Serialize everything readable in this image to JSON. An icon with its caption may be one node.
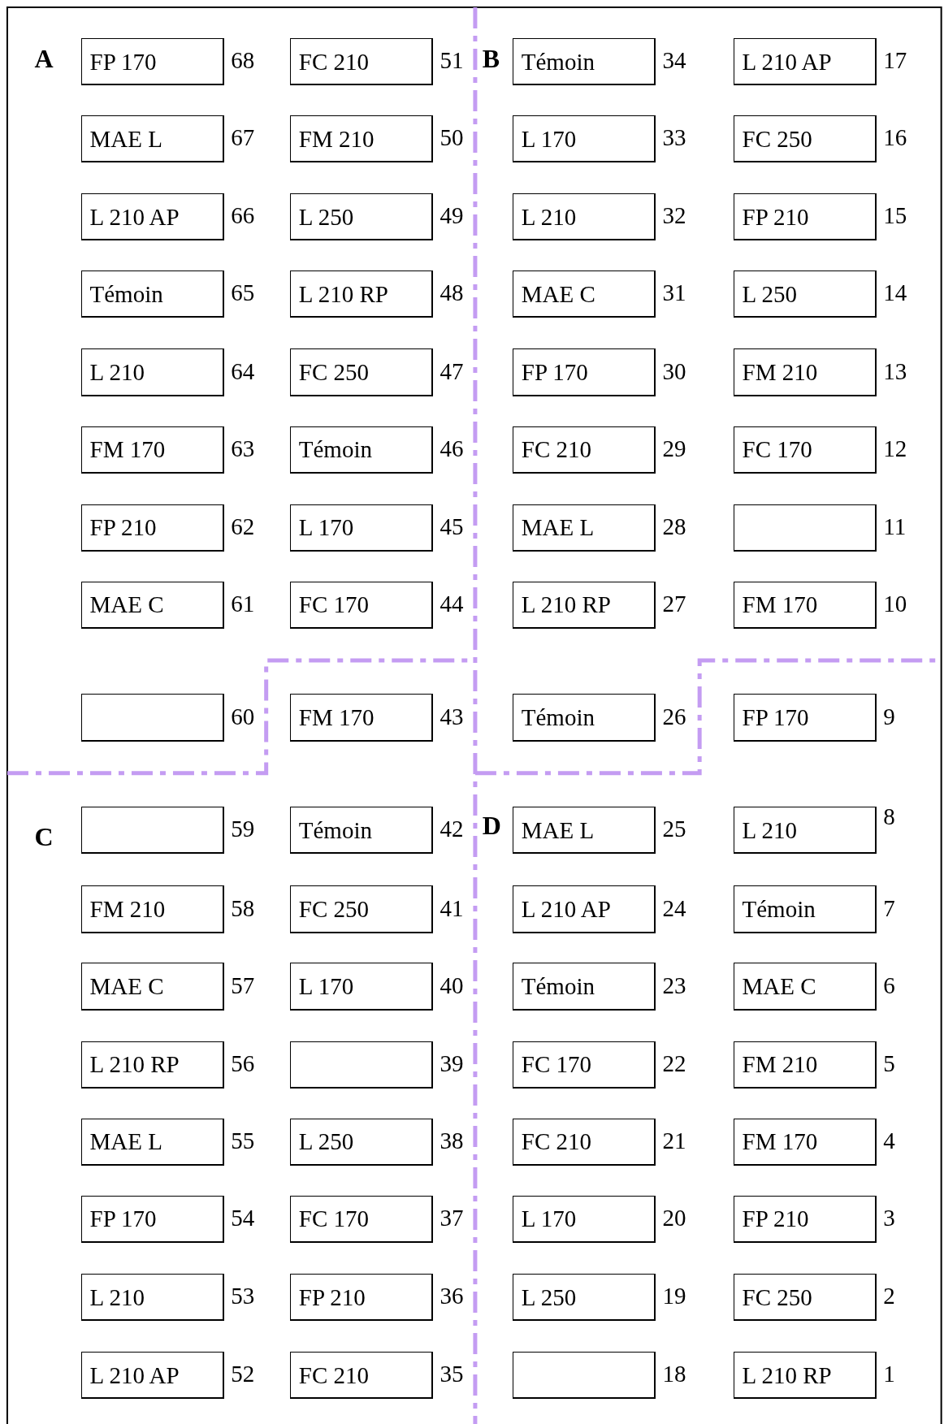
{
  "diagram": {
    "nodes": [
      {
        "text": [
          "FP 170"
        ],
        "beside": [
          "68"
        ]
      },
      {
        "text": [
          "FC 210"
        ],
        "beside": [
          "51"
        ]
      },
      {
        "text": [
          "Témoin"
        ],
        "beside": [
          "34"
        ]
      },
      {
        "text": [
          "L 210 AP"
        ],
        "beside": [
          "17"
        ]
      },
      {
        "text": [
          "MAE L"
        ],
        "beside": [
          "67"
        ]
      },
      {
        "text": [
          "FM 210"
        ],
        "beside": [
          "50"
        ]
      },
      {
        "text": [
          "L 170"
        ],
        "beside": [
          "33"
        ]
      },
      {
        "text": [
          "FC 250"
        ],
        "beside": [
          "16"
        ]
      },
      {
        "text": [
          "L 210 AP"
        ],
        "beside": [
          "66"
        ]
      },
      {
        "text": [
          "L 250"
        ],
        "beside": [
          "49"
        ]
      },
      {
        "text": [
          "L 210"
        ],
        "beside": [
          "32"
        ]
      },
      {
        "text": [
          "FP 210"
        ],
        "beside": [
          "15"
        ]
      },
      {
        "text": [
          "Témoin"
        ],
        "beside": [
          "65"
        ]
      },
      {
        "text": [
          "L 210 RP"
        ],
        "beside": [
          "48"
        ]
      },
      {
        "text": [
          "MAE C"
        ],
        "beside": [
          "31"
        ]
      },
      {
        "text": [
          "L 250"
        ],
        "beside": [
          "14"
        ]
      },
      {
        "text": [
          "L 210"
        ],
        "beside": [
          "64"
        ]
      },
      {
        "text": [
          "FC 250"
        ],
        "beside": [
          "47"
        ]
      },
      {
        "text": [
          "FP 170"
        ],
        "beside": [
          "30"
        ]
      },
      {
        "text": [
          "FM 210"
        ],
        "beside": [
          "13"
        ]
      },
      {
        "text": [
          "FM 170"
        ],
        "beside": [
          "63"
        ]
      },
      {
        "text": [
          "Témoin"
        ],
        "beside": [
          "46"
        ]
      },
      {
        "text": [
          "FC 210"
        ],
        "beside": [
          "29"
        ]
      },
      {
        "text": [
          "FC 170"
        ],
        "beside": [
          "12"
        ]
      },
      {
        "text": [
          "FP 210"
        ],
        "beside": [
          "62"
        ]
      },
      {
        "text": [
          "L 170"
        ],
        "beside": [
          "45"
        ]
      },
      {
        "text": [
          "MAE L"
        ],
        "beside": [
          "28"
        ]
      },
      {
        "text": [],
        "shape": "box",
        "beside": [
          "11"
        ]
      },
      {
        "text": [
          "MAE C"
        ],
        "beside": [
          "61"
        ]
      },
      {
        "text": [
          "FC 170"
        ],
        "beside": [
          "44"
        ]
      },
      {
        "text": [
          "L 210 RP"
        ],
        "beside": [
          "27"
        ]
      },
      {
        "text": [
          "FM 170"
        ],
        "beside": [
          "10"
        ]
      },
      {
        "text": [],
        "shape": "box",
        "beside": [
          "60"
        ]
      },
      {
        "text": [
          "FM 170"
        ],
        "beside": [
          "43"
        ]
      },
      {
        "text": [
          "Témoin"
        ],
        "beside": [
          "26"
        ]
      },
      {
        "text": [
          "FP 170"
        ],
        "beside": [
          "9"
        ]
      },
      {
        "text": [],
        "shape": "box",
        "beside": [
          "59"
        ]
      },
      {
        "text": [
          "Témoin"
        ],
        "beside": [
          "42"
        ]
      },
      {
        "text": [
          "MAE L"
        ],
        "beside": [
          "25"
        ]
      },
      {
        "text": [
          "L 210"
        ],
        "beside": [
          "8"
        ]
      },
      {
        "text": [
          "FM 210"
        ],
        "beside": [
          "58"
        ]
      },
      {
        "text": [
          "FC 250"
        ],
        "beside": [
          "41"
        ]
      },
      {
        "text": [
          "L 210 AP"
        ],
        "beside": [
          "24"
        ]
      },
      {
        "text": [
          "Témoin"
        ],
        "beside": [
          "7"
        ]
      },
      {
        "text": [
          "MAE C"
        ],
        "beside": [
          "57"
        ]
      },
      {
        "text": [
          "L 170"
        ],
        "beside": [
          "40"
        ]
      },
      {
        "text": [
          "Témoin"
        ],
        "beside": [
          "23"
        ]
      },
      {
        "text": [
          "MAE C"
        ],
        "beside": [
          "6"
        ]
      },
      {
        "text": [
          "L 210 RP"
        ],
        "beside": [
          "56"
        ]
      },
      {
        "text": [],
        "shape": "box",
        "beside": [
          "39"
        ]
      },
      {
        "text": [
          "FC 170"
        ],
        "beside": [
          "22"
        ]
      },
      {
        "text": [
          "FM 210"
        ],
        "beside": [
          "5"
        ]
      },
      {
        "text": [
          "MAE L"
        ],
        "beside": [
          "55"
        ]
      },
      {
        "text": [
          "L 250"
        ],
        "beside": [
          "38"
        ]
      },
      {
        "text": [
          "FC 210"
        ],
        "beside": [
          "21"
        ]
      },
      {
        "text": [
          "FM 170"
        ],
        "beside": [
          "4"
        ]
      },
      {
        "text": [
          "FP 170"
        ],
        "beside": [
          "54"
        ]
      },
      {
        "text": [
          "FC 170"
        ],
        "beside": [
          "37"
        ]
      },
      {
        "text": [
          "L 170"
        ],
        "beside": [
          "20"
        ]
      },
      {
        "text": [
          "FP 210"
        ],
        "beside": [
          "3"
        ]
      },
      {
        "text": [
          "L 210"
        ],
        "beside": [
          "53"
        ]
      },
      {
        "text": [
          "FP 210"
        ],
        "beside": [
          "36"
        ]
      },
      {
        "text": [
          "L 250"
        ],
        "beside": [
          "19"
        ]
      },
      {
        "text": [
          "FC 250"
        ],
        "beside": [
          "2"
        ]
      },
      {
        "text": [
          "L 210 AP"
        ],
        "beside": [
          "52"
        ]
      },
      {
        "text": [
          "FC 210"
        ],
        "beside": [
          "35"
        ]
      },
      {
        "text": [],
        "shape": "box",
        "beside": [
          "18"
        ]
      },
      {
        "text": [
          "L 210 RP"
        ],
        "beside": [
          "1"
        ]
      }
    ],
    "labels": [
      "A",
      "B",
      "C",
      "D"
    ]
  }
}
